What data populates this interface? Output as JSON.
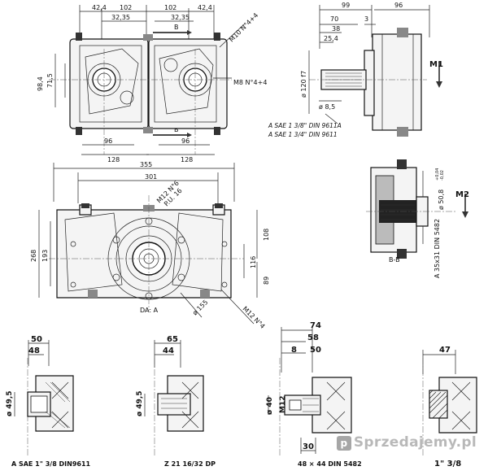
{
  "top_view": {
    "dims_top": [
      "42,4",
      "102",
      "102",
      "42,4"
    ],
    "dims_sub": [
      "32,35",
      "32,35"
    ],
    "section_mark": "B",
    "left_height": [
      "98,4",
      "71,5"
    ],
    "bottom_dims": [
      "96",
      "128",
      "96",
      "128"
    ],
    "callout_m10": "M10 N°4+4",
    "callout_m8": "M8 N°4+4"
  },
  "side_view": {
    "dims_top": [
      "99",
      "96"
    ],
    "dims_sub": [
      "70",
      "3",
      "38",
      "25,4"
    ],
    "dia_flange": "ø 120 f7",
    "dia_bolt": "ø 8,5",
    "note1": "A SAE 1 3/8\"  DIN 9611A",
    "note2": "A SAE 1 3/4\"  DIN 9611",
    "motor_label": "M1"
  },
  "front_view": {
    "dims_width": [
      "355",
      "301"
    ],
    "callout_m12n6": "M12 N°6",
    "callout_pu": "P.U. 16",
    "dims_height": [
      "268",
      "193"
    ],
    "dims_right": [
      "108",
      "116",
      "89"
    ],
    "section_label": "DA: A",
    "dia_pcd": "ø 155",
    "callout_m12n4": "M12 N°4"
  },
  "section_bb": {
    "label": "B-B",
    "motor_label": "M2",
    "dia_bore": "ø 50,8",
    "tol_plus": "+0,04",
    "tol_minus": "-0,02",
    "spline_note": "A 35x31 DIN 5482"
  },
  "shaft_details": [
    {
      "dim_outer": "50",
      "dim_inner": "48",
      "dia_label": "ø 49,5",
      "caption": "A SAE 1\" 3/8 DIN9611"
    },
    {
      "dim_outer": "65",
      "dim_inner": "44",
      "dia_label": "ø 49,5",
      "caption": "Z 21  16/32 DP"
    },
    {
      "dim_top": "74",
      "dim_mid": "58",
      "dim_a": "8",
      "dim_b": "50",
      "dia_label": "ø 40",
      "thread_label": "M12",
      "dim_bottom": "30",
      "caption": "48 × 44 DIN 5482"
    },
    {
      "dim_outer": "47",
      "caption": "1\" 3/8"
    }
  ],
  "watermark": {
    "icon_letter": "p",
    "text": "Sprzedajemy.pl"
  }
}
